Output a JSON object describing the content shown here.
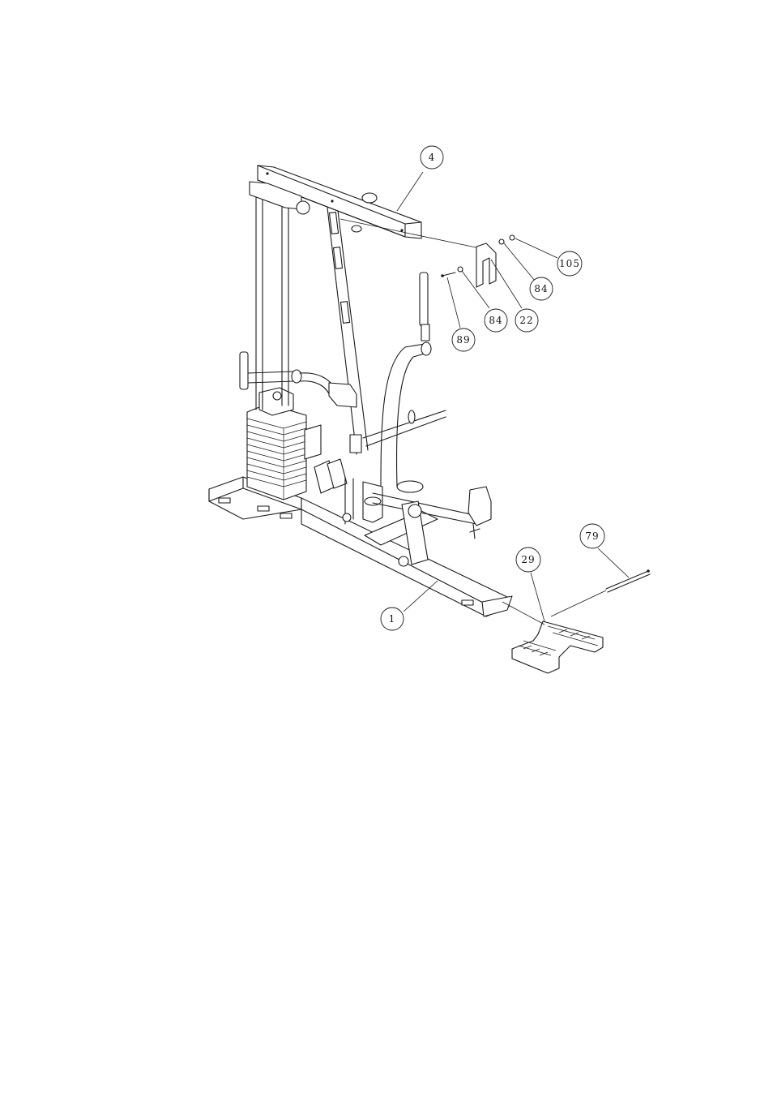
{
  "callouts": [
    {
      "id": "c4",
      "label": "4"
    },
    {
      "id": "c105",
      "label": "105"
    },
    {
      "id": "c84a",
      "label": "84"
    },
    {
      "id": "c84b",
      "label": "84"
    },
    {
      "id": "c22",
      "label": "22"
    },
    {
      "id": "c89",
      "label": "89"
    },
    {
      "id": "c29",
      "label": "29"
    },
    {
      "id": "c79",
      "label": "79"
    },
    {
      "id": "c1",
      "label": "1"
    }
  ]
}
